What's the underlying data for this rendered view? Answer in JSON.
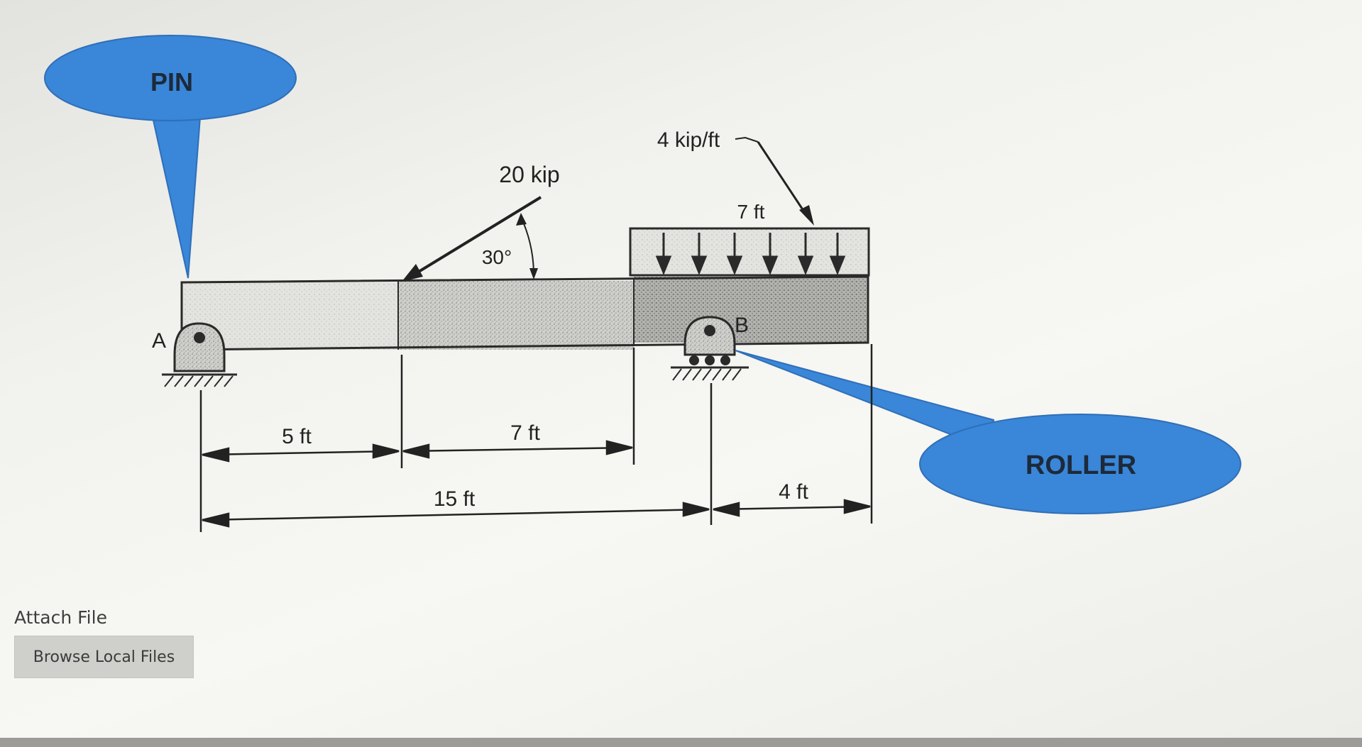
{
  "figure": {
    "callout_pin": "PIN",
    "callout_roller": "ROLLER",
    "load_point": "20 kip",
    "angle": "30°",
    "load_distributed": "4 kip/ft",
    "dist_load_length": "7 ft",
    "support_a": "A",
    "support_b": "B",
    "dim_5ft": "5 ft",
    "dim_7ft": "7 ft",
    "dim_15ft": "15 ft",
    "dim_4ft": "4 ft",
    "callout_color": "#3a86d8"
  },
  "attachment": {
    "label": "Attach File",
    "browse_label": "Browse Local Files"
  }
}
